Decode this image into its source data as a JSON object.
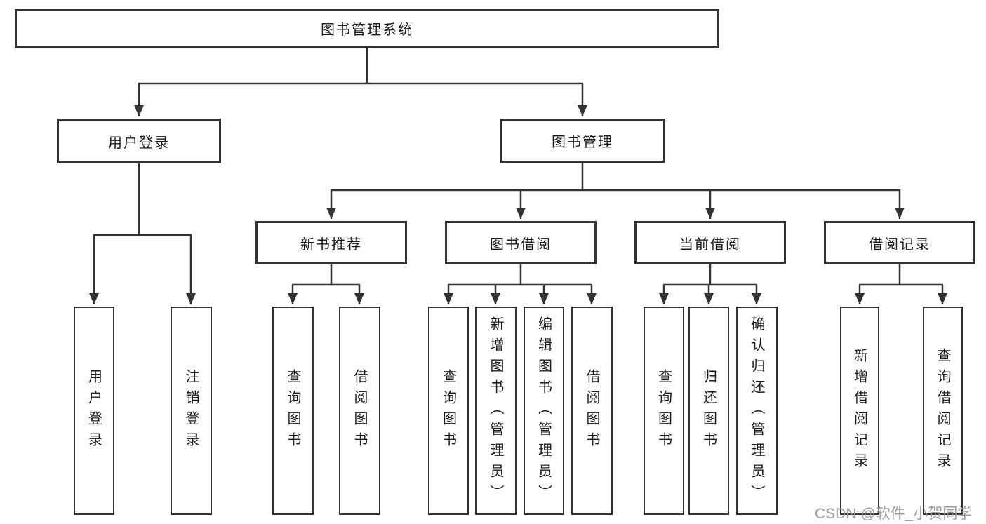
{
  "tree": {
    "root": "图书管理系统",
    "branches": [
      {
        "label": "用户登录",
        "leaves": [
          "用户登录",
          "注销登录"
        ]
      },
      {
        "label": "图书管理",
        "groups": [
          {
            "label": "新书推荐",
            "leaves": [
              "查询图书",
              "借阅图书"
            ]
          },
          {
            "label": "图书借阅",
            "leaves": [
              "查询图书",
              "新增图书（管理员）",
              "编辑图书（管理员）",
              "借阅图书"
            ]
          },
          {
            "label": "当前借阅",
            "leaves": [
              "查询图书",
              "归还图书",
              "确认归还（管理员）"
            ]
          },
          {
            "label": "借阅记录",
            "leaves": [
              "新增借阅记录",
              "查询借阅记录"
            ]
          }
        ]
      }
    ]
  },
  "watermark": "CSDN @软件_小贺同学",
  "colors": {
    "line": "#333333",
    "text": "#1b1b1b",
    "watermark": "#9c9c9c",
    "background": "#ffffff"
  }
}
